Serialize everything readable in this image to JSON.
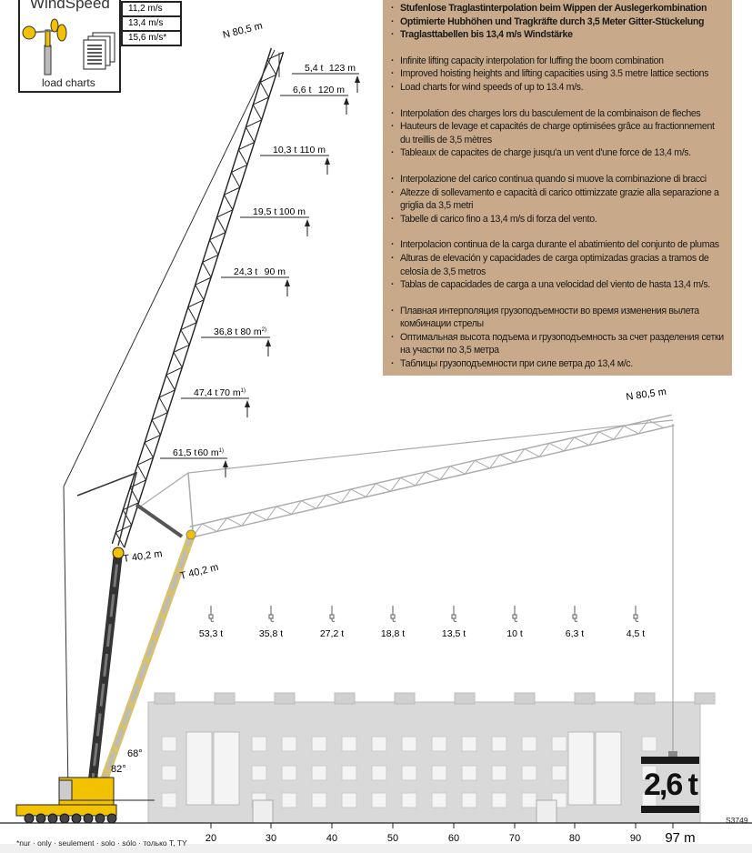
{
  "wind": {
    "title": "WindSpeed",
    "charts_label": "load charts",
    "speeds": [
      "11,2 m/s",
      "13,4 m/s",
      "15,6 m/s*"
    ]
  },
  "features": {
    "de": [
      "Stufenlose Traglastinterpolation beim Wippen der Auslegerkombination",
      "Optimierte Hubhöhen und Tragkräfte durch 3,5 Meter Gitter-Stückelung",
      "Traglasttabellen bis 13,4 m/s Windstärke"
    ],
    "en": [
      "Infinite lifting capacity interpolation for luffing the boom combination",
      "Improved hoisting heights and lifting capacities using 3.5 metre lattice sections",
      "Load charts for wind speeds of up to 13.4 m/s."
    ],
    "fr": [
      "Interpolation des charges lors du basculement de la combinaison de fleches",
      "Hauteurs de levage et capacités de charge optimisées grâce au fractionnement du treillis de 3,5 mètres",
      "Tableaux de capacites de charge jusqu'a un vent d'une force de 13,4 m/s."
    ],
    "it": [
      "Interpolazione del carico continua quando si muove la combinazione di bracci",
      "Altezze di sollevamento e capacità di carico ottimizzate grazie alla separazione a griglia da 3,5 metri",
      "Tabelle di carico fino a 13,4 m/s di forza del vento."
    ],
    "es": [
      "Interpolacion continua de la carga durante el abatimiento del conjunto de plumas",
      "Alturas de elevación y capacidades de carga optimizadas gracias a tramos de celosía de 3,5 metros",
      "Tablas de capacidades de carga a una velocidad del viento de hasta 13,4 m/s."
    ],
    "ru": [
      "Плавная интерполяция грузоподъемности во время изменения вылета комбинации стрелы",
      "Оптимальная высота подъема и грузоподъемность за счет разделения сетки на участки по 3,5 метра",
      "Таблицы грузоподъемности при силе ветра до 13,4 м/с."
    ]
  },
  "heights": [
    {
      "load": "5,4 t",
      "height": "123 m",
      "note": ""
    },
    {
      "load": "6,6 t",
      "height": "120 m",
      "note": ""
    },
    {
      "load": "10,3 t",
      "height": "110 m",
      "note": ""
    },
    {
      "load": "19,5 t",
      "height": "100 m",
      "note": ""
    },
    {
      "load": "24,3 t",
      "height": "90 m",
      "note": ""
    },
    {
      "load": "36,8 t",
      "height": "80 m",
      "note": "2)"
    },
    {
      "load": "47,4 t",
      "height": "70 m",
      "note": "1)"
    },
    {
      "load": "61,5 t",
      "height": "60 m",
      "note": "1)"
    }
  ],
  "radius_loads": [
    "53,3 t",
    "35,8 t",
    "27,2 t",
    "18,8 t",
    "13,5 t",
    "10 t",
    "6,3 t",
    "4,5 t"
  ],
  "axis_ticks": [
    "20",
    "30",
    "40",
    "50",
    "60",
    "70",
    "80",
    "90"
  ],
  "axis_end": "97 m",
  "boom_labels": {
    "jib": "N 80,5 m",
    "telescope": "T 40,2 m",
    "angle1": "68°",
    "angle2": "82°"
  },
  "max_radius_load": "2,6 t",
  "code": "S3749",
  "footnote": "*nur · only · seulement · solo · sólo · только T, TY",
  "colors": {
    "panel": "#c8aa8a",
    "crane_yellow": "#f2c200",
    "building": "#d9d9d9"
  }
}
